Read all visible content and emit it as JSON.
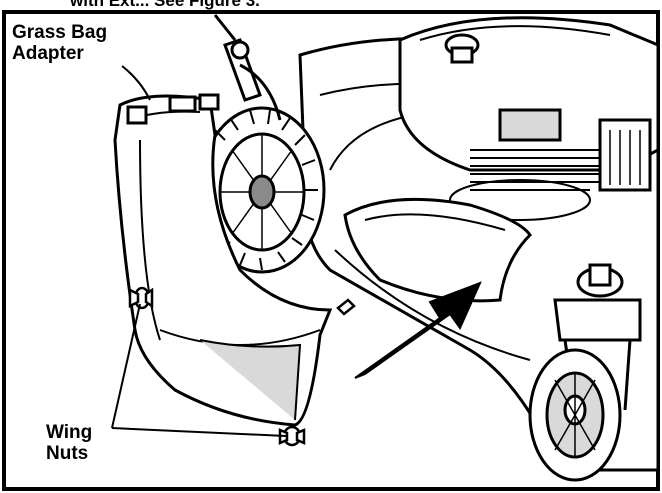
{
  "caption_fragment": "with Ext... See Figure 3.",
  "labels": {
    "grass_bag_adapter_line1": "Grass Bag",
    "grass_bag_adapter_line2": "Adapter",
    "wing_nuts_line1": "Wing",
    "wing_nuts_line2": "Nuts"
  },
  "colors": {
    "ink": "#000000",
    "paper": "#ffffff",
    "shade": "#d9d9d9",
    "midshade": "#8a8a8a"
  }
}
